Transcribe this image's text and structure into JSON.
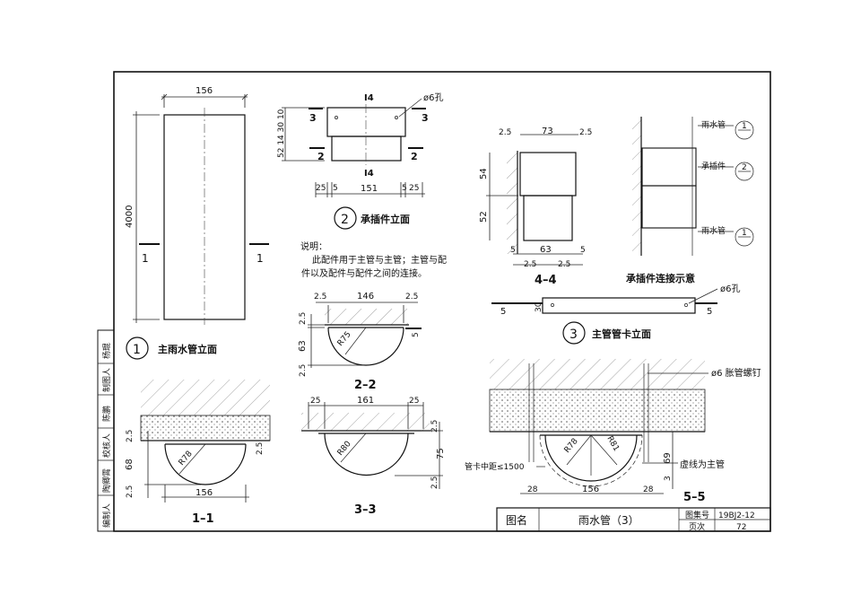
{
  "sheet": {
    "side_labels": [
      "编制人",
      "陶卿霄",
      "校核人",
      "陈鹏",
      "制图人",
      "杨琨"
    ]
  },
  "detail1": {
    "badge": "1",
    "title": "主雨水管立面",
    "dim_width": "156",
    "dim_height": "4000",
    "section_left": "1",
    "section_right": "1"
  },
  "detail2": {
    "badge": "2",
    "title": "承插件立面",
    "top_mark": "I4",
    "bottom_mark": "I4",
    "hole": "ø6孔",
    "left_dims": "52 14 30 10",
    "sec3_left": "3",
    "sec3_right": "3",
    "sec2_left": "2",
    "sec2_right": "2",
    "dims_bottom": [
      "25",
      "5",
      "151",
      "5",
      "25"
    ]
  },
  "notes": {
    "heading": "说明：",
    "line1": "此配件用于主管与主管；主管与配",
    "line2": "件以及配件与配件之间的连接。"
  },
  "sec22": {
    "label": "2–2",
    "w": "146",
    "l": "2.5",
    "r": "2.5",
    "h1": "2.5",
    "h2": "63",
    "h3": "2.5",
    "rad": "R75",
    "side": "5"
  },
  "sec33": {
    "label": "3–3",
    "w": "161",
    "l": "25",
    "r": "25",
    "rad": "R80",
    "h1": "2.5",
    "h2": "75",
    "h3": "2.5"
  },
  "sec11": {
    "label": "1–1",
    "w": "156",
    "rad": "R78",
    "h1": "2.5",
    "h2": "68",
    "h3": "2.5",
    "hr": "2.5"
  },
  "sec44": {
    "label": "4–4",
    "top": [
      "2.5",
      "73",
      "2.5"
    ],
    "left": [
      "54",
      "52"
    ],
    "bottom": [
      "5",
      "63",
      "5"
    ],
    "bottom2": [
      "2.5",
      "2.5"
    ]
  },
  "conn": {
    "title": "承插件连接示意",
    "items": [
      {
        "label": "雨水管",
        "num": "1"
      },
      {
        "label": "承插件",
        "num": "2"
      },
      {
        "label": "雨水管",
        "num": "1"
      }
    ]
  },
  "detail3": {
    "badge": "3",
    "title": "主管管卡立面",
    "hole": "ø6孔",
    "d1": "5",
    "d2": "30",
    "d3": "5"
  },
  "sec55": {
    "label": "5–5",
    "bolt": "ø6 胀管螺钉",
    "spacing": "管卡中距≤1500",
    "dashed_note": "虚线为主管",
    "r1": "R78",
    "r2": "R81",
    "d69": "69",
    "d3": "3",
    "bottom": [
      "28",
      "156",
      "28"
    ]
  },
  "titleblock": {
    "label_name": "图名",
    "title": "雨水管（3）",
    "atlas_label": "图集号",
    "atlas_no": "19BJ2-12",
    "page_label": "页次",
    "page_no": "72"
  }
}
